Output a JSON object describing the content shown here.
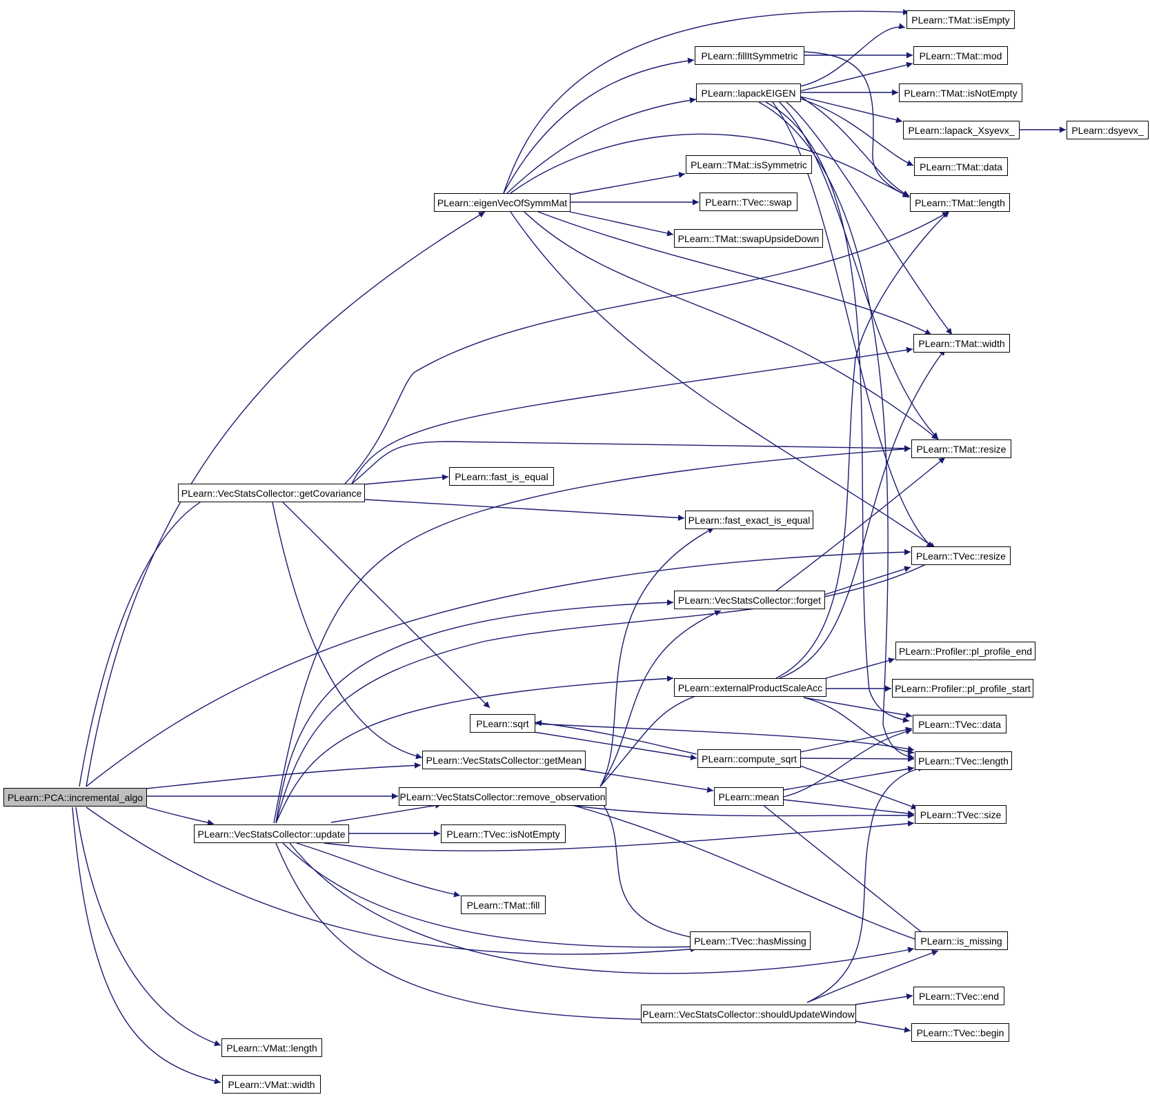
{
  "colors": {
    "edge": "#191970",
    "node_border": "#000000",
    "root_fill": "#bfbfbf",
    "node_fill": "#ffffff"
  },
  "nodes": {
    "root": "PLearn::PCA::incremental_algo",
    "eigen": "PLearn::eigenVecOfSymmMat",
    "fill_sym": "PLearn::fillItSymmetric",
    "lapack_eigen": "PLearn::lapackEIGEN",
    "is_symmetric": "PLearn::TMat::isSymmetric",
    "tvec_swap": "PLearn::TVec::swap",
    "swap_upside": "PLearn::TMat::swapUpsideDown",
    "tmat_isempty": "PLearn::TMat::isEmpty",
    "tmat_mod": "PLearn::TMat::mod",
    "tmat_isnotempty": "PLearn::TMat::isNotEmpty",
    "lapack_xsyevx": "PLearn::lapack_Xsyevx_",
    "dsyevx": "PLearn::dsyevx_",
    "tmat_data": "PLearn::TMat::data",
    "tmat_length": "PLearn::TMat::length",
    "tmat_width": "PLearn::TMat::width",
    "tmat_resize": "PLearn::TMat::resize",
    "tvec_resize": "PLearn::TVec::resize",
    "get_cov": "PLearn::VecStatsCollector::getCovariance",
    "fast_is_equal": "PLearn::fast_is_equal",
    "fast_exact": "PLearn::fast_exact_is_equal",
    "forget": "PLearn::VecStatsCollector::forget",
    "ext_prod": "PLearn::externalProductScaleAcc",
    "pl_end": "PLearn::Profiler::pl_profile_end",
    "pl_start": "PLearn::Profiler::pl_profile_start",
    "sqrt": "PLearn::sqrt",
    "compute_sqrt": "PLearn::compute_sqrt",
    "tvec_data": "PLearn::TVec::data",
    "tvec_length": "PLearn::TVec::length",
    "get_mean": "PLearn::VecStatsCollector::getMean",
    "mean": "PLearn::mean",
    "remove_obs": "PLearn::VecStatsCollector::remove_observation",
    "tvec_size": "PLearn::TVec::size",
    "update": "PLearn::VecStatsCollector::update",
    "tvec_isnotempty": "PLearn::TVec::isNotEmpty",
    "tmat_fill": "PLearn::TMat::fill",
    "has_missing": "PLearn::TVec::hasMissing",
    "is_missing": "PLearn::is_missing",
    "should_update": "PLearn::VecStatsCollector::shouldUpdateWindow",
    "tvec_end": "PLearn::TVec::end",
    "tvec_begin": "PLearn::TVec::begin",
    "vmat_length": "PLearn::VMat::length",
    "vmat_width": "PLearn::VMat::width"
  }
}
